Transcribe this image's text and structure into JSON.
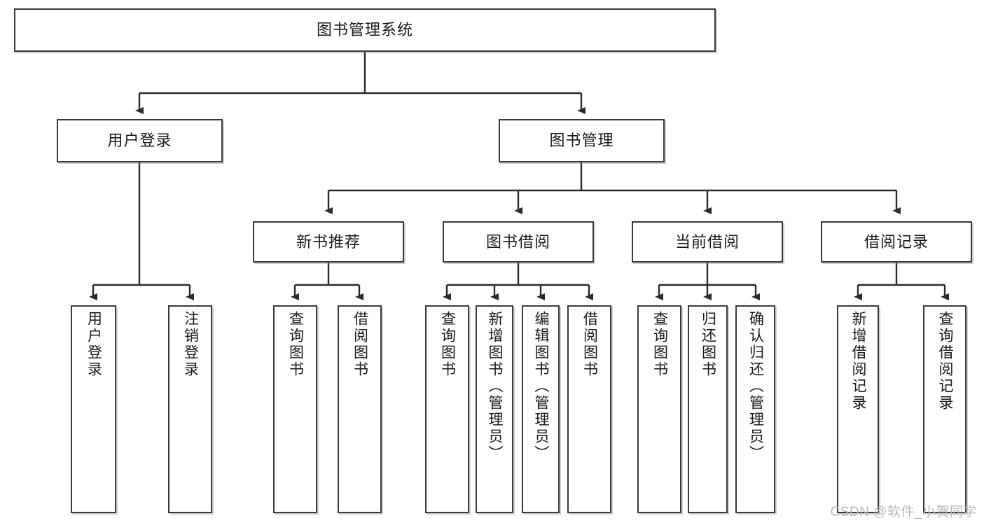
{
  "diagram": {
    "title": "图书管理系统",
    "type": "tree-hierarchy-diagram",
    "colors": {
      "box_border": "#3a3a3a",
      "box_fill": "#ffffff",
      "line": "#2b2b2b",
      "text": "#1a1a1a",
      "watermark": "#b9b9b9"
    },
    "root": {
      "label": "图书管理系统"
    },
    "level1": [
      {
        "label": "用户登录"
      },
      {
        "label": "图书管理"
      }
    ],
    "level2": [
      {
        "label": "新书推荐"
      },
      {
        "label": "图书借阅"
      },
      {
        "label": "当前借阅"
      },
      {
        "label": "借阅记录"
      }
    ],
    "leaves": [
      {
        "label": "用户登录",
        "parent": "用户登录"
      },
      {
        "label": "注销登录",
        "parent": "用户登录"
      },
      {
        "label": "查询图书",
        "parent": "新书推荐"
      },
      {
        "label": "借阅图书",
        "parent": "新书推荐"
      },
      {
        "label": "查询图书",
        "parent": "图书借阅"
      },
      {
        "label": "新增图书（管理员）",
        "parent": "图书借阅"
      },
      {
        "label": "编辑图书（管理员）",
        "parent": "图书借阅"
      },
      {
        "label": "借阅图书",
        "parent": "图书借阅"
      },
      {
        "label": "查询图书",
        "parent": "当前借阅"
      },
      {
        "label": "归还图书",
        "parent": "当前借阅"
      },
      {
        "label": "确认归还（管理员）",
        "parent": "当前借阅"
      },
      {
        "label": "新增借阅记录",
        "parent": "借阅记录"
      },
      {
        "label": "查询借阅记录",
        "parent": "借阅记录"
      }
    ],
    "watermark": "CSDN @软件_小贺同学"
  }
}
